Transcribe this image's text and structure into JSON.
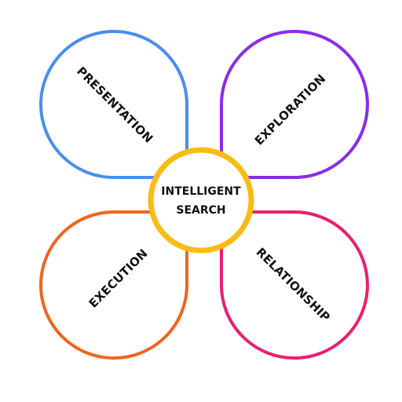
{
  "center": {
    "line1": "INTELLIGENT",
    "line2": "SEARCH",
    "color": "#F9BC15"
  },
  "petals": [
    {
      "id": "presentation",
      "label": "PRESENTATION",
      "color": "#4A8DF0"
    },
    {
      "id": "exploration",
      "label": "EXPLORATION",
      "color": "#8B2CE6"
    },
    {
      "id": "execution",
      "label": "EXECUTION",
      "color": "#F0641E"
    },
    {
      "id": "relationship",
      "label": "RELATIONSHIP",
      "color": "#EB1E6E"
    }
  ]
}
